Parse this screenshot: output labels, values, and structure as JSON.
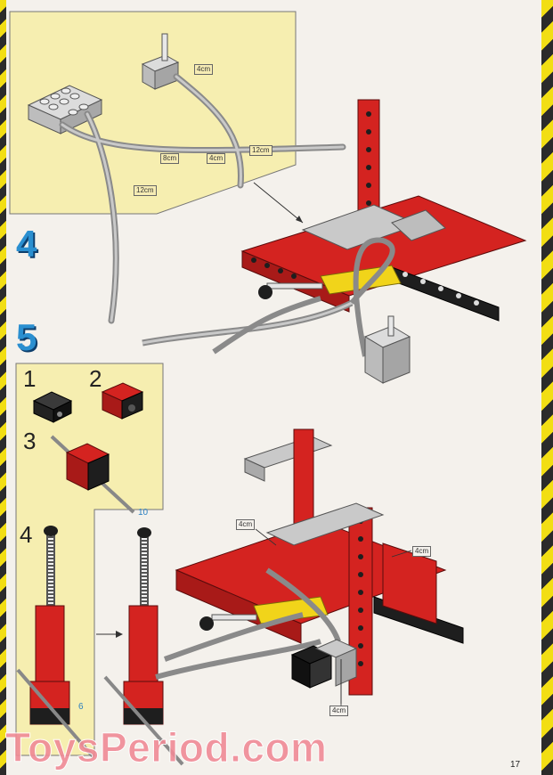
{
  "steps": {
    "step4": "4",
    "step5": "5"
  },
  "substeps": {
    "s1": "1",
    "s2": "2",
    "s3": "3",
    "s4": "4"
  },
  "dimensions": {
    "d1": "4cm",
    "d2": "8cm",
    "d3": "4cm",
    "d4": "12cm",
    "d5": "12cm",
    "d6": "4cm",
    "d7": "4cm",
    "d8": "4cm"
  },
  "quantities": {
    "q1": "10",
    "q2": "6"
  },
  "watermark": "ToysPeriod.com",
  "page_number": "17",
  "colors": {
    "panel": "#f6eeb0",
    "brick_red": "#d42320",
    "brick_gray": "#c9c9c9",
    "brick_black": "#1e1e1e",
    "accent_blue": "#2a8fd0"
  }
}
